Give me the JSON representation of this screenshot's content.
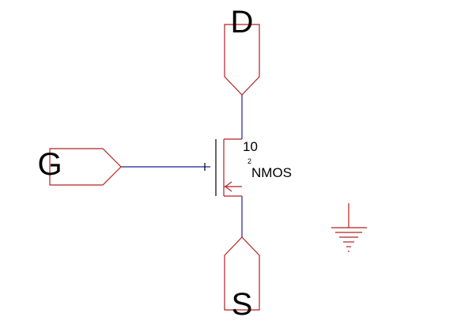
{
  "colors": {
    "symbol": "#b22222",
    "wire": "#1f1f9e",
    "text": "#000000",
    "background": "#ffffff"
  },
  "ports": {
    "drain": {
      "label": "D",
      "icon": "port-down-arrow"
    },
    "gate": {
      "label": "G",
      "icon": "port-right-arrow"
    },
    "source": {
      "label": "S",
      "icon": "port-up-arrow"
    }
  },
  "transistor": {
    "model": "NMOS",
    "width": "10",
    "length": "2",
    "icon": "nmos-transistor-symbol"
  },
  "ground": {
    "icon": "ground-symbol"
  }
}
